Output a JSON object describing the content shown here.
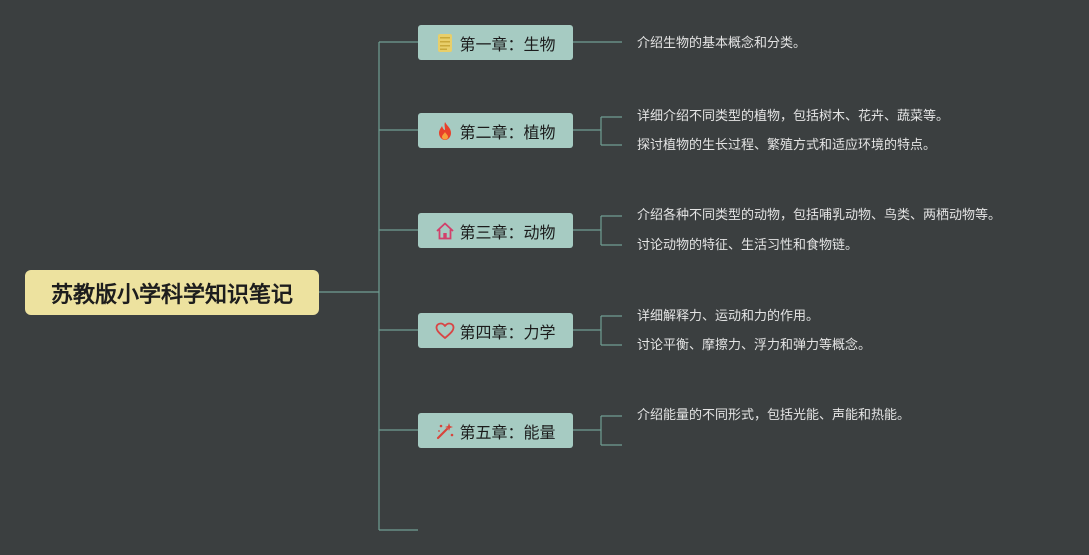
{
  "root": {
    "title": "苏教版小学科学知识笔记"
  },
  "chapters": [
    {
      "label": "第一章：生物",
      "icon": "notebook-icon",
      "items": [
        "介绍生物的基本概念和分类。"
      ]
    },
    {
      "label": "第二章：植物",
      "icon": "fire-icon",
      "items": [
        "详细介绍不同类型的植物，包括树木、花卉、蔬菜等。",
        "探讨植物的生长过程、繁殖方式和适应环境的特点。"
      ]
    },
    {
      "label": "第三章：动物",
      "icon": "home-icon",
      "items": [
        "介绍各种不同类型的动物，包括哺乳动物、鸟类、两栖动物等。",
        "讨论动物的特征、生活习性和食物链。"
      ]
    },
    {
      "label": "第四章：力学",
      "icon": "heart-icon",
      "items": [
        "详细解释力、运动和力的作用。",
        "讨论平衡、摩擦力、浮力和弹力等概念。"
      ]
    },
    {
      "label": "第五章：能量",
      "icon": "magic-wand-icon",
      "items": [
        "介绍能量的不同形式，包括光能、声能和热能。"
      ]
    }
  ],
  "colors": {
    "background": "#3b3f40",
    "root": "#ede29f",
    "chapter": "#a6cbc2",
    "line": "#6f9e92"
  }
}
